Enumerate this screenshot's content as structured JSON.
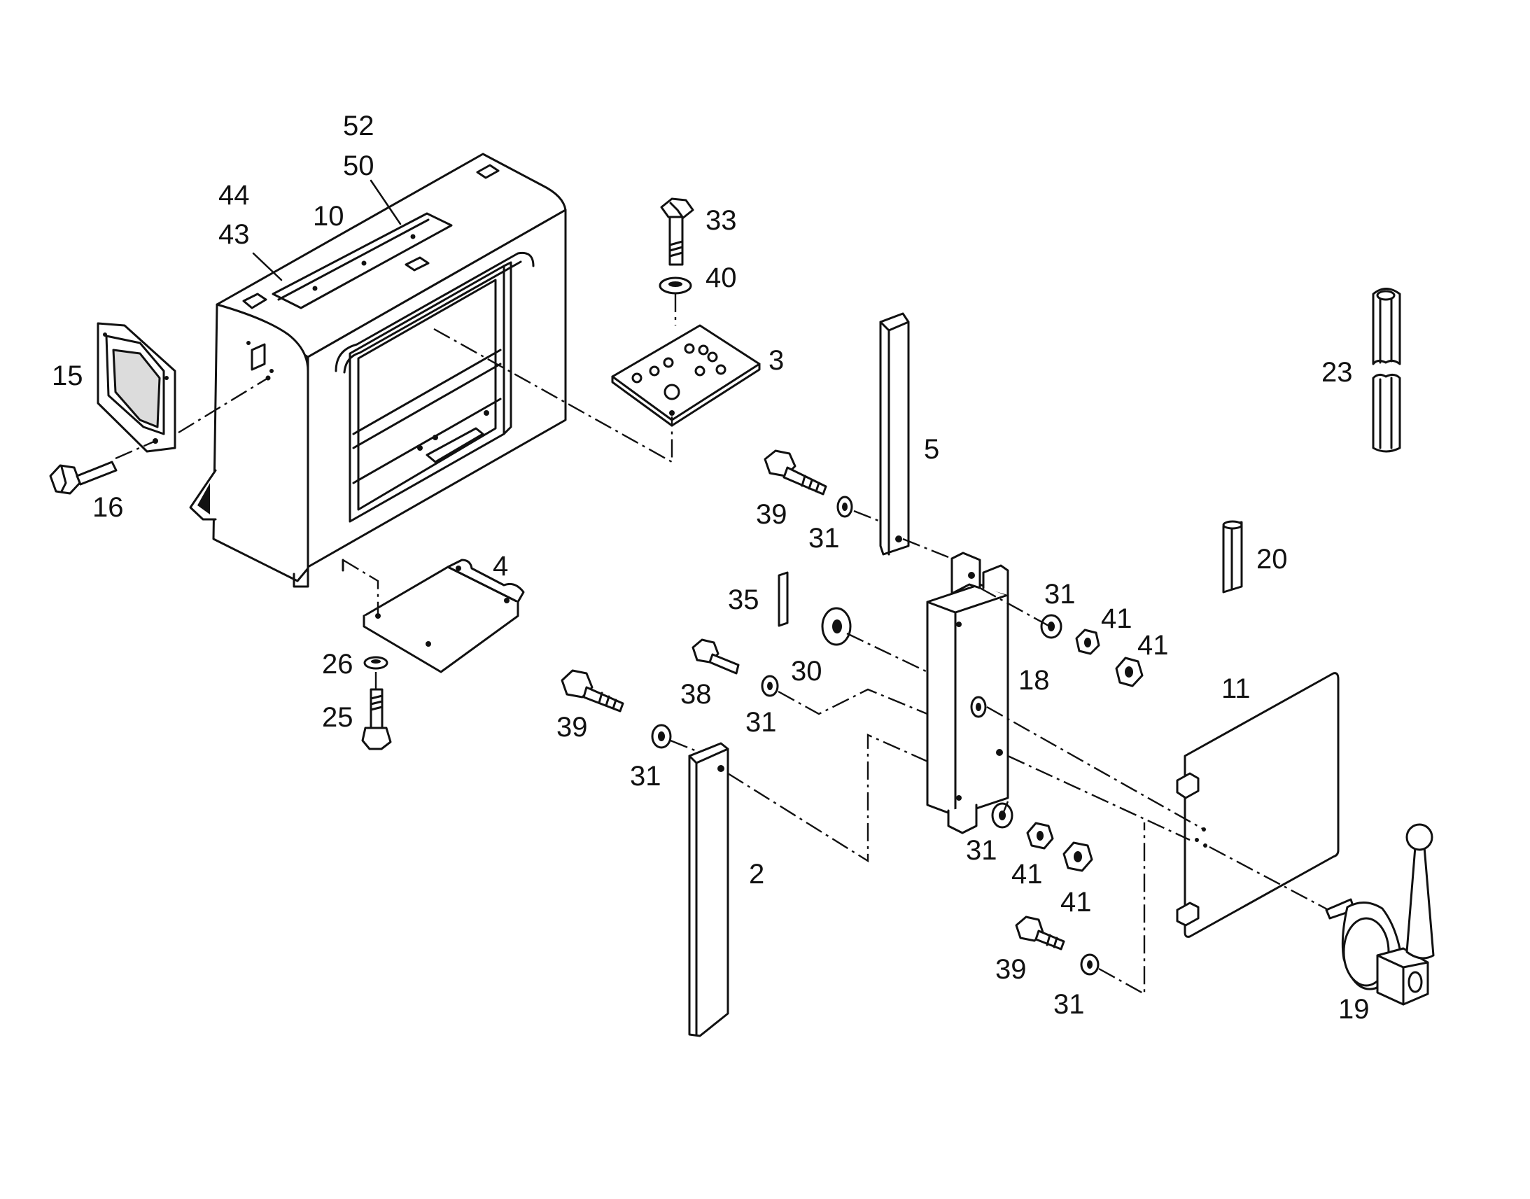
{
  "labels": {
    "p52": "52",
    "p50": "50",
    "p44": "44",
    "p43": "43",
    "p10": "10",
    "p33": "33",
    "p40": "40",
    "p3": "3",
    "p15": "15",
    "p16": "16",
    "p5": "5",
    "p23": "23",
    "p39a": "39",
    "p31a": "31",
    "p20": "20",
    "p4": "4",
    "p35": "35",
    "p31b": "31",
    "p41a": "41",
    "p41b": "41",
    "p26": "26",
    "p30": "30",
    "p18": "18",
    "p11": "11",
    "p38": "38",
    "p31c": "31",
    "p25": "25",
    "p39b": "39",
    "p31d": "31",
    "p2": "2",
    "p31e": "31",
    "p41c": "41",
    "p41d": "41",
    "p39c": "39",
    "p31f": "31",
    "p19": "19"
  }
}
